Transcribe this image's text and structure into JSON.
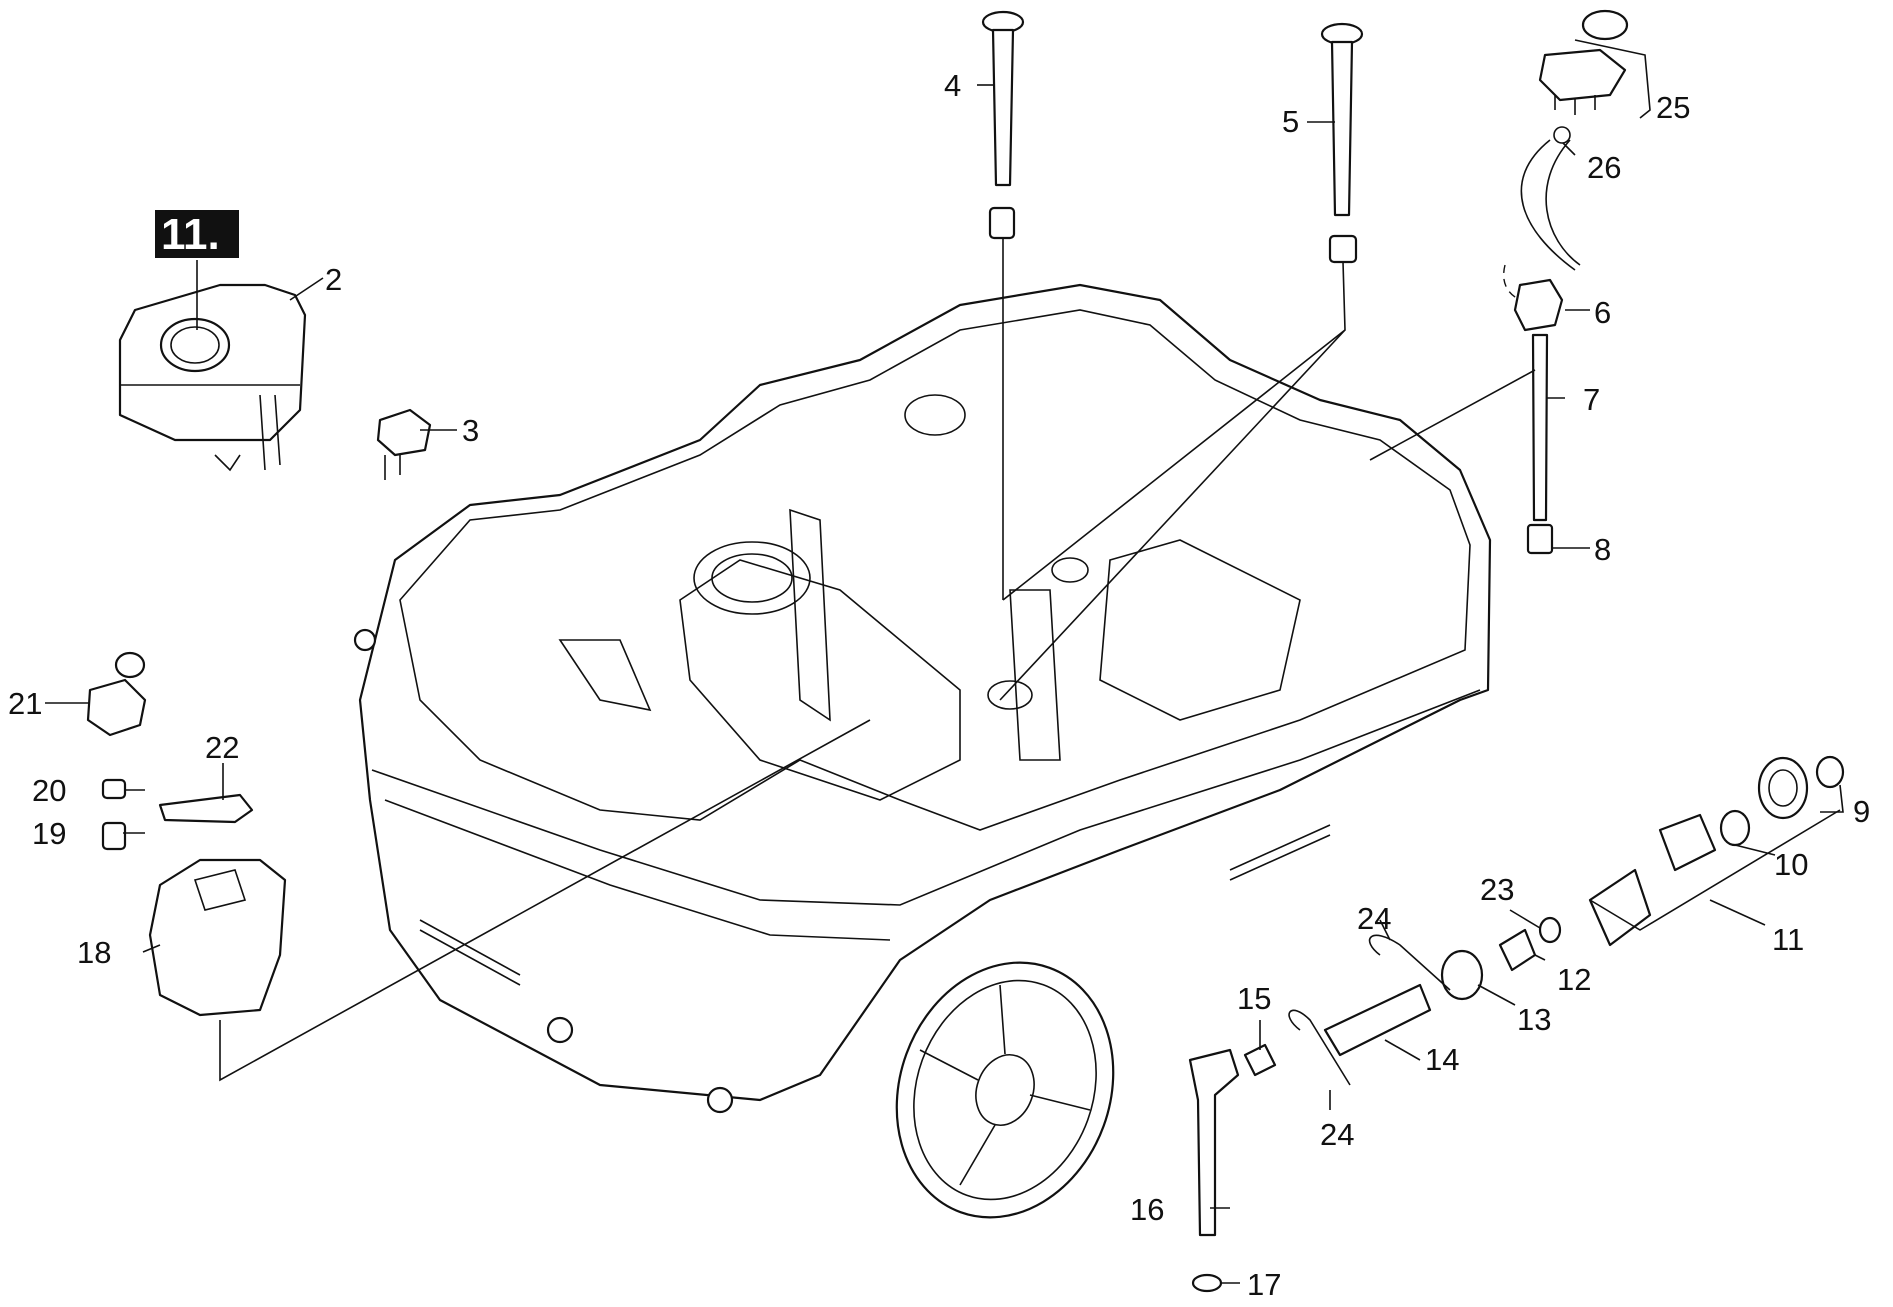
{
  "section_label": "11.",
  "callouts": [
    {
      "id": "c2",
      "text": "2"
    },
    {
      "id": "c3",
      "text": "3"
    },
    {
      "id": "c4",
      "text": "4"
    },
    {
      "id": "c5",
      "text": "5"
    },
    {
      "id": "c6",
      "text": "6"
    },
    {
      "id": "c7",
      "text": "7"
    },
    {
      "id": "c8",
      "text": "8"
    },
    {
      "id": "c9",
      "text": "9"
    },
    {
      "id": "c10",
      "text": "10"
    },
    {
      "id": "c11",
      "text": "11"
    },
    {
      "id": "c12",
      "text": "12"
    },
    {
      "id": "c13",
      "text": "13"
    },
    {
      "id": "c14",
      "text": "14"
    },
    {
      "id": "c15",
      "text": "15"
    },
    {
      "id": "c16",
      "text": "16"
    },
    {
      "id": "c17",
      "text": "17"
    },
    {
      "id": "c18",
      "text": "18"
    },
    {
      "id": "c19",
      "text": "19"
    },
    {
      "id": "c20",
      "text": "20"
    },
    {
      "id": "c21",
      "text": "21"
    },
    {
      "id": "c22",
      "text": "22"
    },
    {
      "id": "c23",
      "text": "23"
    },
    {
      "id": "c24a",
      "text": "24"
    },
    {
      "id": "c24b",
      "text": "24"
    },
    {
      "id": "c25",
      "text": "25"
    },
    {
      "id": "c26",
      "text": "26"
    }
  ]
}
